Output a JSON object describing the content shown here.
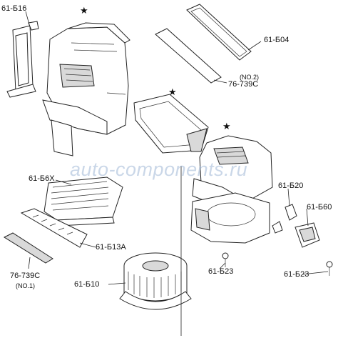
{
  "watermark": "auto-components.ru",
  "star": "★",
  "labels": {
    "p616": "61-Б16",
    "p604": "61-Б04",
    "p739c_no2_note": "(NO.2)",
    "p739c_no2": "76-739C",
    "p6x": "61-Б6X",
    "p620": "61-Б20",
    "p660": "61-Б60",
    "p613a": "61-Б13A",
    "p739c_no1": "76-739C",
    "p739c_no1_note": "(NO.1)",
    "p623_left": "61-Б23",
    "p623_right": "61-Б23",
    "p610": "61-Б10"
  },
  "colors": {
    "line": "#222222",
    "shade": "#d9d9d9",
    "watermark": "#9fb7d6"
  }
}
